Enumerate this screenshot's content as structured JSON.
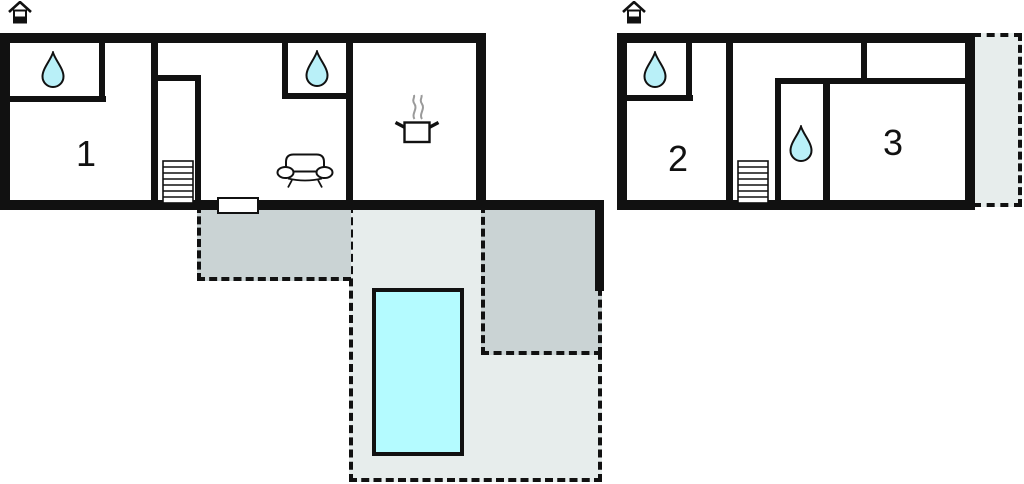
{
  "page": {
    "type": "floor-plan",
    "background": "#ffffff"
  },
  "colors": {
    "wall": "#111111",
    "pool": "#b4fbff",
    "water_drop": "#b9f0f8",
    "terrace_light": "#e7edec",
    "terrace_dark": "#cad3d4",
    "steam": "#9a9a9a"
  },
  "rooms": [
    {
      "label": "1"
    },
    {
      "label": "2"
    },
    {
      "label": "3"
    }
  ],
  "icons": [
    {
      "name": "entrance-icon",
      "location": "left-building-top"
    },
    {
      "name": "entrance-icon",
      "location": "right-building-top"
    },
    {
      "name": "water-drop-icon",
      "location": "left-building-bathroom-west"
    },
    {
      "name": "water-drop-icon",
      "location": "left-building-bathroom-middle"
    },
    {
      "name": "water-drop-icon",
      "location": "right-building-bathroom-west"
    },
    {
      "name": "water-drop-icon",
      "location": "right-building-bathroom-middle"
    },
    {
      "name": "stairs-icon",
      "location": "left-building"
    },
    {
      "name": "stairs-icon",
      "location": "right-building"
    },
    {
      "name": "sofa-icon",
      "location": "left-building-living-room"
    },
    {
      "name": "stove-icon",
      "location": "left-building-kitchen"
    },
    {
      "name": "pool",
      "location": "south-terrace"
    },
    {
      "name": "door-opening",
      "location": "left-building-south-wall"
    }
  ]
}
